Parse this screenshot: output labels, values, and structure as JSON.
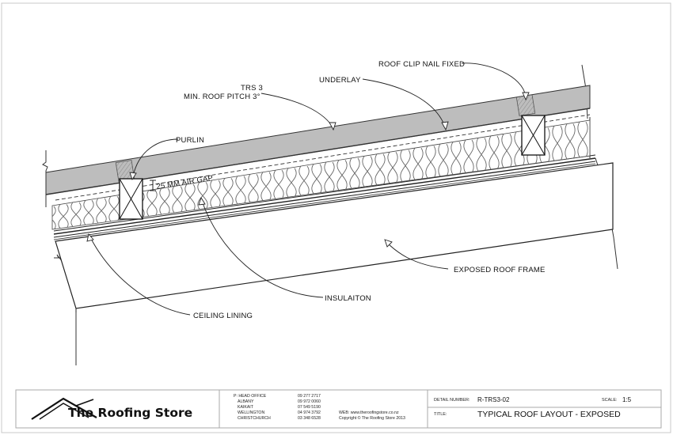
{
  "labels": {
    "roof_clip": "ROOF CLIP NAIL FIXED",
    "underlay": "UNDERLAY",
    "trs3_line1": "TRS 3",
    "trs3_line2": "MIN. ROOF PITCH 3°",
    "purlin": "PURLIN",
    "air_gap": "25 MM AIR GAP",
    "exposed_frame": "EXPOSED ROOF FRAME",
    "insulation": "INSULAITON",
    "ceiling": "CEILING LINING"
  },
  "title_block": {
    "company": "The Roofing Store",
    "offices": [
      {
        "name": "P: HEAD OFFICE",
        "phone": "09 277 2717"
      },
      {
        "name": "ALBANY",
        "phone": "09 972 0060"
      },
      {
        "name": "KAIKAIT",
        "phone": "07 549 5190"
      },
      {
        "name": "WELLINGTON",
        "phone": "04 974 3792"
      },
      {
        "name": "CHRISTCHURCH",
        "phone": "03 348 6528"
      }
    ],
    "web": "WEB: www.theroofingstore.co.nz",
    "copyright": "Copyright © The Roofing Store 2013",
    "detail_label": "DETAIL NUMBER:",
    "detail_number": "R-TRS3-02",
    "scale_label": "SCALE:",
    "scale": "1:5",
    "title_label": "TITLE:",
    "title": "TYPICAL ROOF LAYOUT - EXPOSED"
  }
}
